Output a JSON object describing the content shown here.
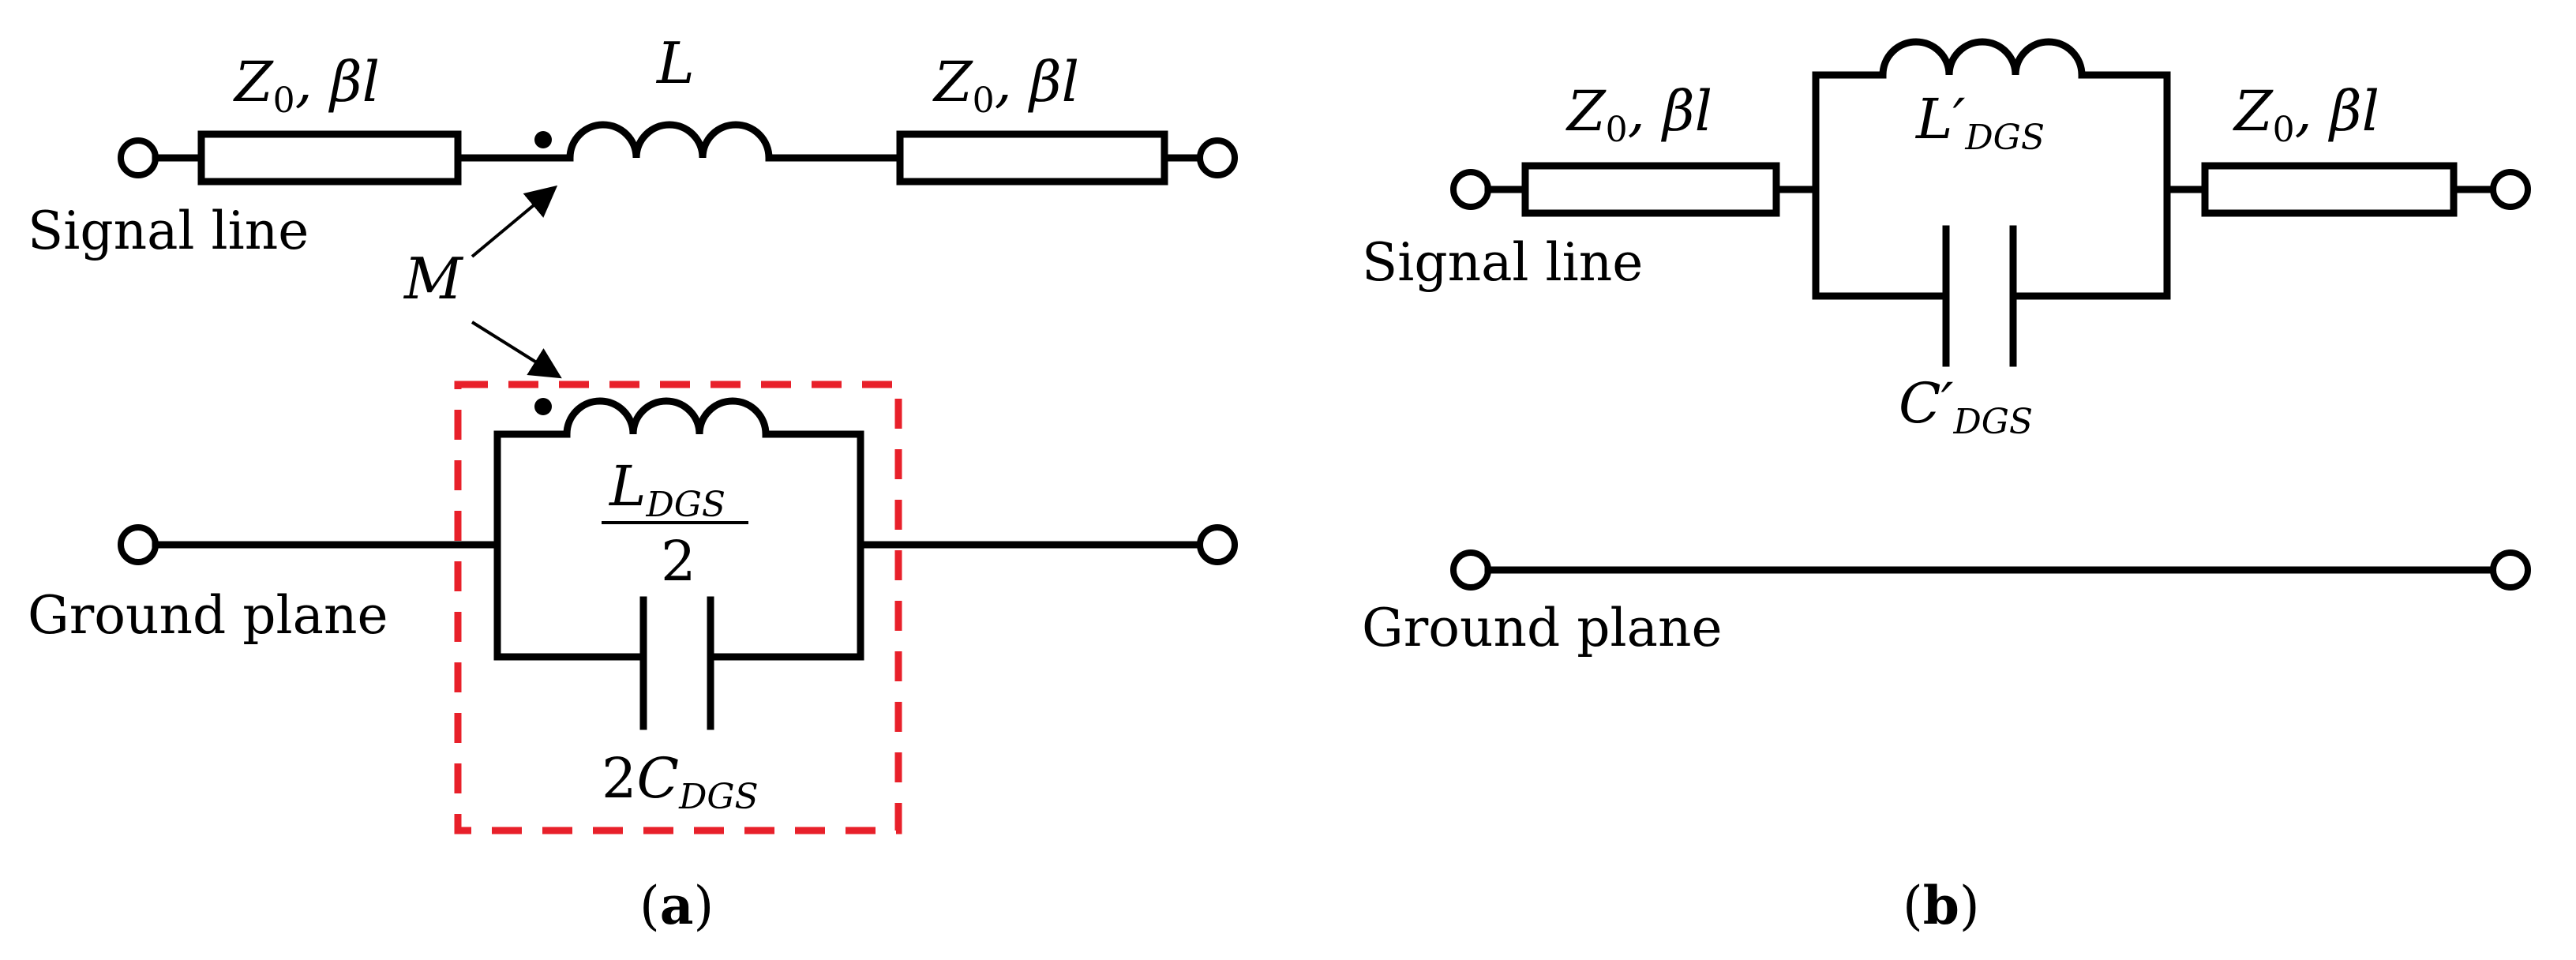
{
  "panel_a": {
    "caption_open": "(",
    "caption_letter": "a",
    "caption_close": ")",
    "tline_left": {
      "z": "Z",
      "zsub": "0",
      "rest": ", βl"
    },
    "tline_right": {
      "z": "Z",
      "zsub": "0",
      "rest": ", βl"
    },
    "inductor_label": "L",
    "mutual_label": "M",
    "signal_label": "Signal line",
    "ground_label": "Ground plane",
    "dgs_inductor": {
      "num": "L",
      "num_sub": "DGS",
      "den": "2"
    },
    "dgs_capacitor": {
      "coef": "2",
      "sym": "C",
      "sub": "DGS"
    }
  },
  "panel_b": {
    "caption_open": "(",
    "caption_letter": "b",
    "caption_close": ")",
    "tline_left": {
      "z": "Z",
      "zsub": "0",
      "rest": ", βl"
    },
    "tline_right": {
      "z": "Z",
      "zsub": "0",
      "rest": ", βl"
    },
    "inductor": {
      "sym": "L′",
      "sub": "DGS"
    },
    "capacitor": {
      "sym": "C′",
      "sub": "DGS"
    },
    "signal_label": "Signal line",
    "ground_label": "Ground plane"
  },
  "colors": {
    "wire": "#000000",
    "dgs_box": "#e8202a"
  },
  "icons": {
    "terminal": "circle-terminal-icon",
    "dot": "polarity-dot-icon"
  }
}
